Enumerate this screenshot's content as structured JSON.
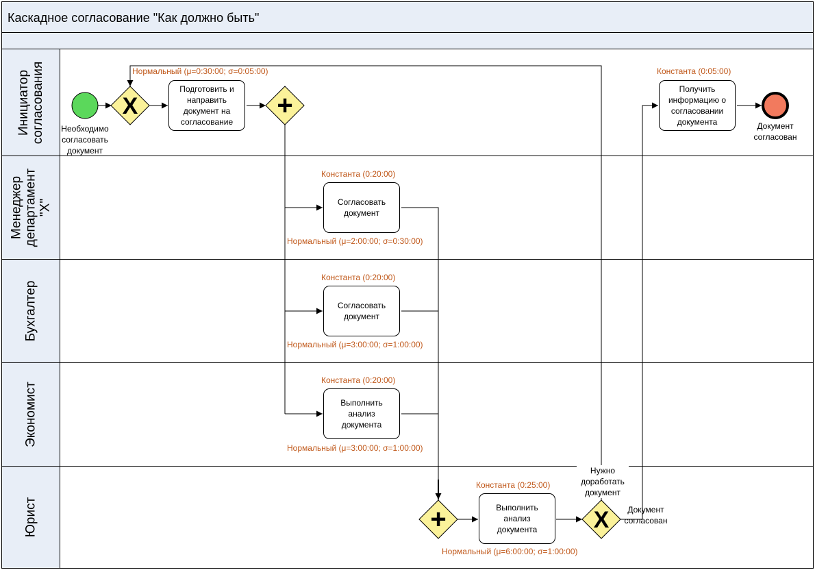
{
  "diagram": {
    "title": "Каскадное согласование \"Как должно быть\"",
    "lanes": [
      {
        "label": "Инициатор\nсогласования"
      },
      {
        "label": "Менеджер\nдепартамент\n\"X\""
      },
      {
        "label": "Бухгалтер"
      },
      {
        "label": "Экономист"
      },
      {
        "label": "Юрист"
      }
    ],
    "events": {
      "start": {
        "label": "Необходимо\nсогласовать\nдокумент",
        "color": "#5bd85b"
      },
      "end": {
        "label": "Документ\nсогласован",
        "color": "#f27a5e"
      }
    },
    "gateways": {
      "xor_merge": {
        "symbol": "X"
      },
      "and_split": {
        "symbol": "+"
      },
      "and_join": {
        "symbol": "+"
      },
      "xor_decision": {
        "symbol": "X",
        "label_rework": "Нужно\nдоработать\nдокумент",
        "label_approved": "Документ\nсогласован"
      }
    },
    "tasks": {
      "prepare": {
        "label": "Подготовить и\nнаправить\nдокумент на\nсогласование"
      },
      "get_info": {
        "label": "Получить\nинформацию о\nсогласовании\nдокумента",
        "constant": "Константа (0:05:00)"
      },
      "manager": {
        "label": "Согласовать\nдокумент",
        "constant": "Константа (0:20:00)",
        "normal": "Нормальный (μ=2:00:00; σ=0:30:00)"
      },
      "accountant": {
        "label": "Согласовать\nдокумент",
        "constant": "Константа (0:20:00)",
        "normal": "Нормальный (μ=3:00:00; σ=1:00:00)"
      },
      "economist": {
        "label": "Выполнить\nанализ\nдокумента",
        "constant": "Константа (0:20:00)",
        "normal": "Нормальный (μ=3:00:00; σ=1:00:00)"
      },
      "lawyer": {
        "label": "Выполнить\nанализ\nдокумента",
        "constant": "Константа (0:25:00)",
        "normal": "Нормальный (μ=6:00:00; σ=1:00:00)"
      }
    },
    "loop_label": "Нормальный (μ=0:30:00; σ=0:05:00)",
    "colors": {
      "header_fill": "#e8eef7",
      "gateway_fill": "#fbf29a",
      "annotation": "#c0581a"
    }
  }
}
